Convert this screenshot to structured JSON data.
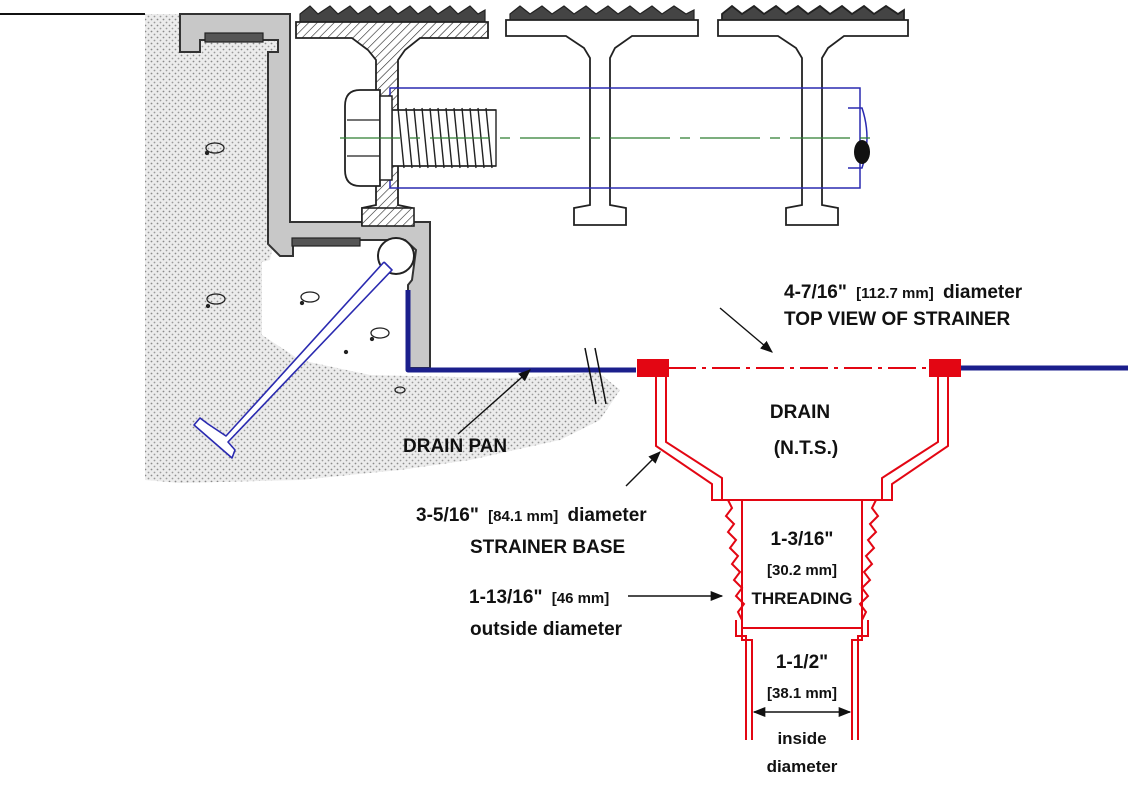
{
  "labels": {
    "top_view_dim": "4-7/16\"",
    "top_view_mm": "[112.7 mm]",
    "top_view_word": "diameter",
    "top_view_caption": "TOP VIEW OF STRAINER",
    "drain_title": "DRAIN",
    "drain_nts": "(N.T.S.)",
    "drain_pan": "DRAIN PAN",
    "base_dim": "3-5/16\"",
    "base_mm": "[84.1 mm]",
    "base_word": "diameter",
    "base_caption": "STRAINER BASE",
    "od_dim": "1-13/16\"",
    "od_mm": "[46 mm]",
    "od_caption": "outside diameter",
    "thread_dim": "1-3/16\"",
    "thread_mm": "[30.2 mm]",
    "thread_caption": "THREADING",
    "id_dim": "1-1/2\"",
    "id_mm": "[38.1 mm]",
    "id_caption_1": "inside",
    "id_caption_2": "diameter"
  },
  "colors": {
    "drain": "#e30613",
    "pan": "#1b1f8c",
    "bolt": "#2a2ab0",
    "centerline": "#2e7d32",
    "frame_fill": "#c8c8c8",
    "concrete_dots": "#8a8a8a",
    "ink": "#111111"
  }
}
